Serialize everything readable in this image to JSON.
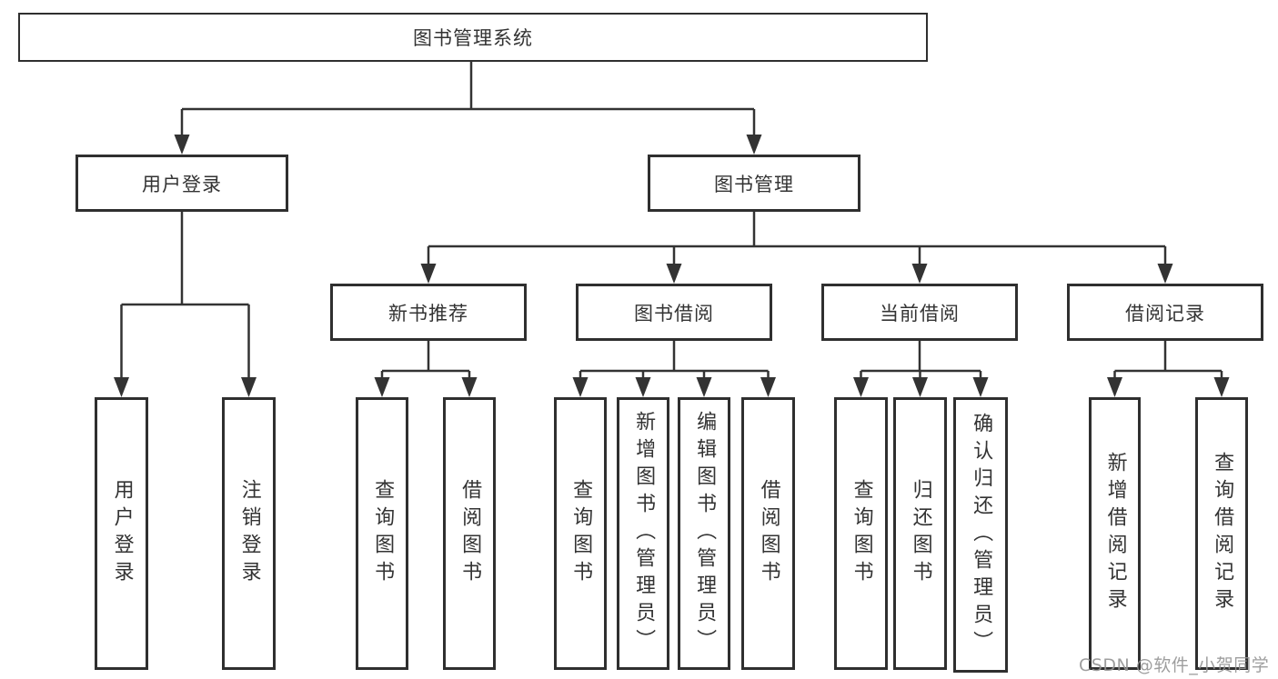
{
  "tree": {
    "label": "图书管理系统",
    "children": [
      {
        "label": "用户登录",
        "children": [
          {
            "label": "用户登录"
          },
          {
            "label": "注销登录"
          }
        ]
      },
      {
        "label": "图书管理",
        "children": [
          {
            "label": "新书推荐",
            "children": [
              {
                "label": "查询图书"
              },
              {
                "label": "借阅图书"
              }
            ]
          },
          {
            "label": "图书借阅",
            "children": [
              {
                "label": "查询图书"
              },
              {
                "label": "新增图书（管理员）"
              },
              {
                "label": "编辑图书（管理员）"
              },
              {
                "label": "借阅图书"
              }
            ]
          },
          {
            "label": "当前借阅",
            "children": [
              {
                "label": "查询图书"
              },
              {
                "label": "归还图书"
              },
              {
                "label": "确认归还（管理员）"
              }
            ]
          },
          {
            "label": "借阅记录",
            "children": [
              {
                "label": "新增借阅记录"
              },
              {
                "label": "查询借阅记录"
              }
            ]
          }
        ]
      }
    ]
  },
  "watermark": "CSDN @软件_小贺同学",
  "colors": {
    "line": "#333333",
    "border": "#2f2f2f",
    "text": "#333333",
    "background": "#ffffff",
    "watermark": "#949494"
  }
}
